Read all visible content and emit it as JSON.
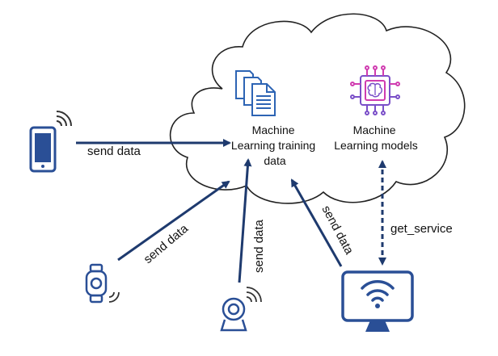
{
  "colors": {
    "navy": "#1e3a6e",
    "device_blue": "#2a4f96",
    "doc_blue": "#2d64b4",
    "chip_pink": "#d03cb0",
    "chip_purple": "#7a4fc8",
    "cloud_stroke": "#222222"
  },
  "icons": {
    "training_data": "documents-stack-icon",
    "models": "ai-chip-brain-icon",
    "phone": "smartphone-wireless-icon",
    "wearable": "smartwatch-sensor-icon",
    "webcam": "webcam-wireless-icon",
    "monitor": "monitor-wifi-icon"
  },
  "nodes": {
    "training_data": {
      "line1": "Machine",
      "line2": "Learning training",
      "line3": "data"
    },
    "models": {
      "line1": "Machine",
      "line2": "Learning models"
    }
  },
  "edges": {
    "phone": "send data",
    "wearable": "send data",
    "webcam": "send data",
    "monitor_send": "send data",
    "monitor_service": "get_service"
  }
}
